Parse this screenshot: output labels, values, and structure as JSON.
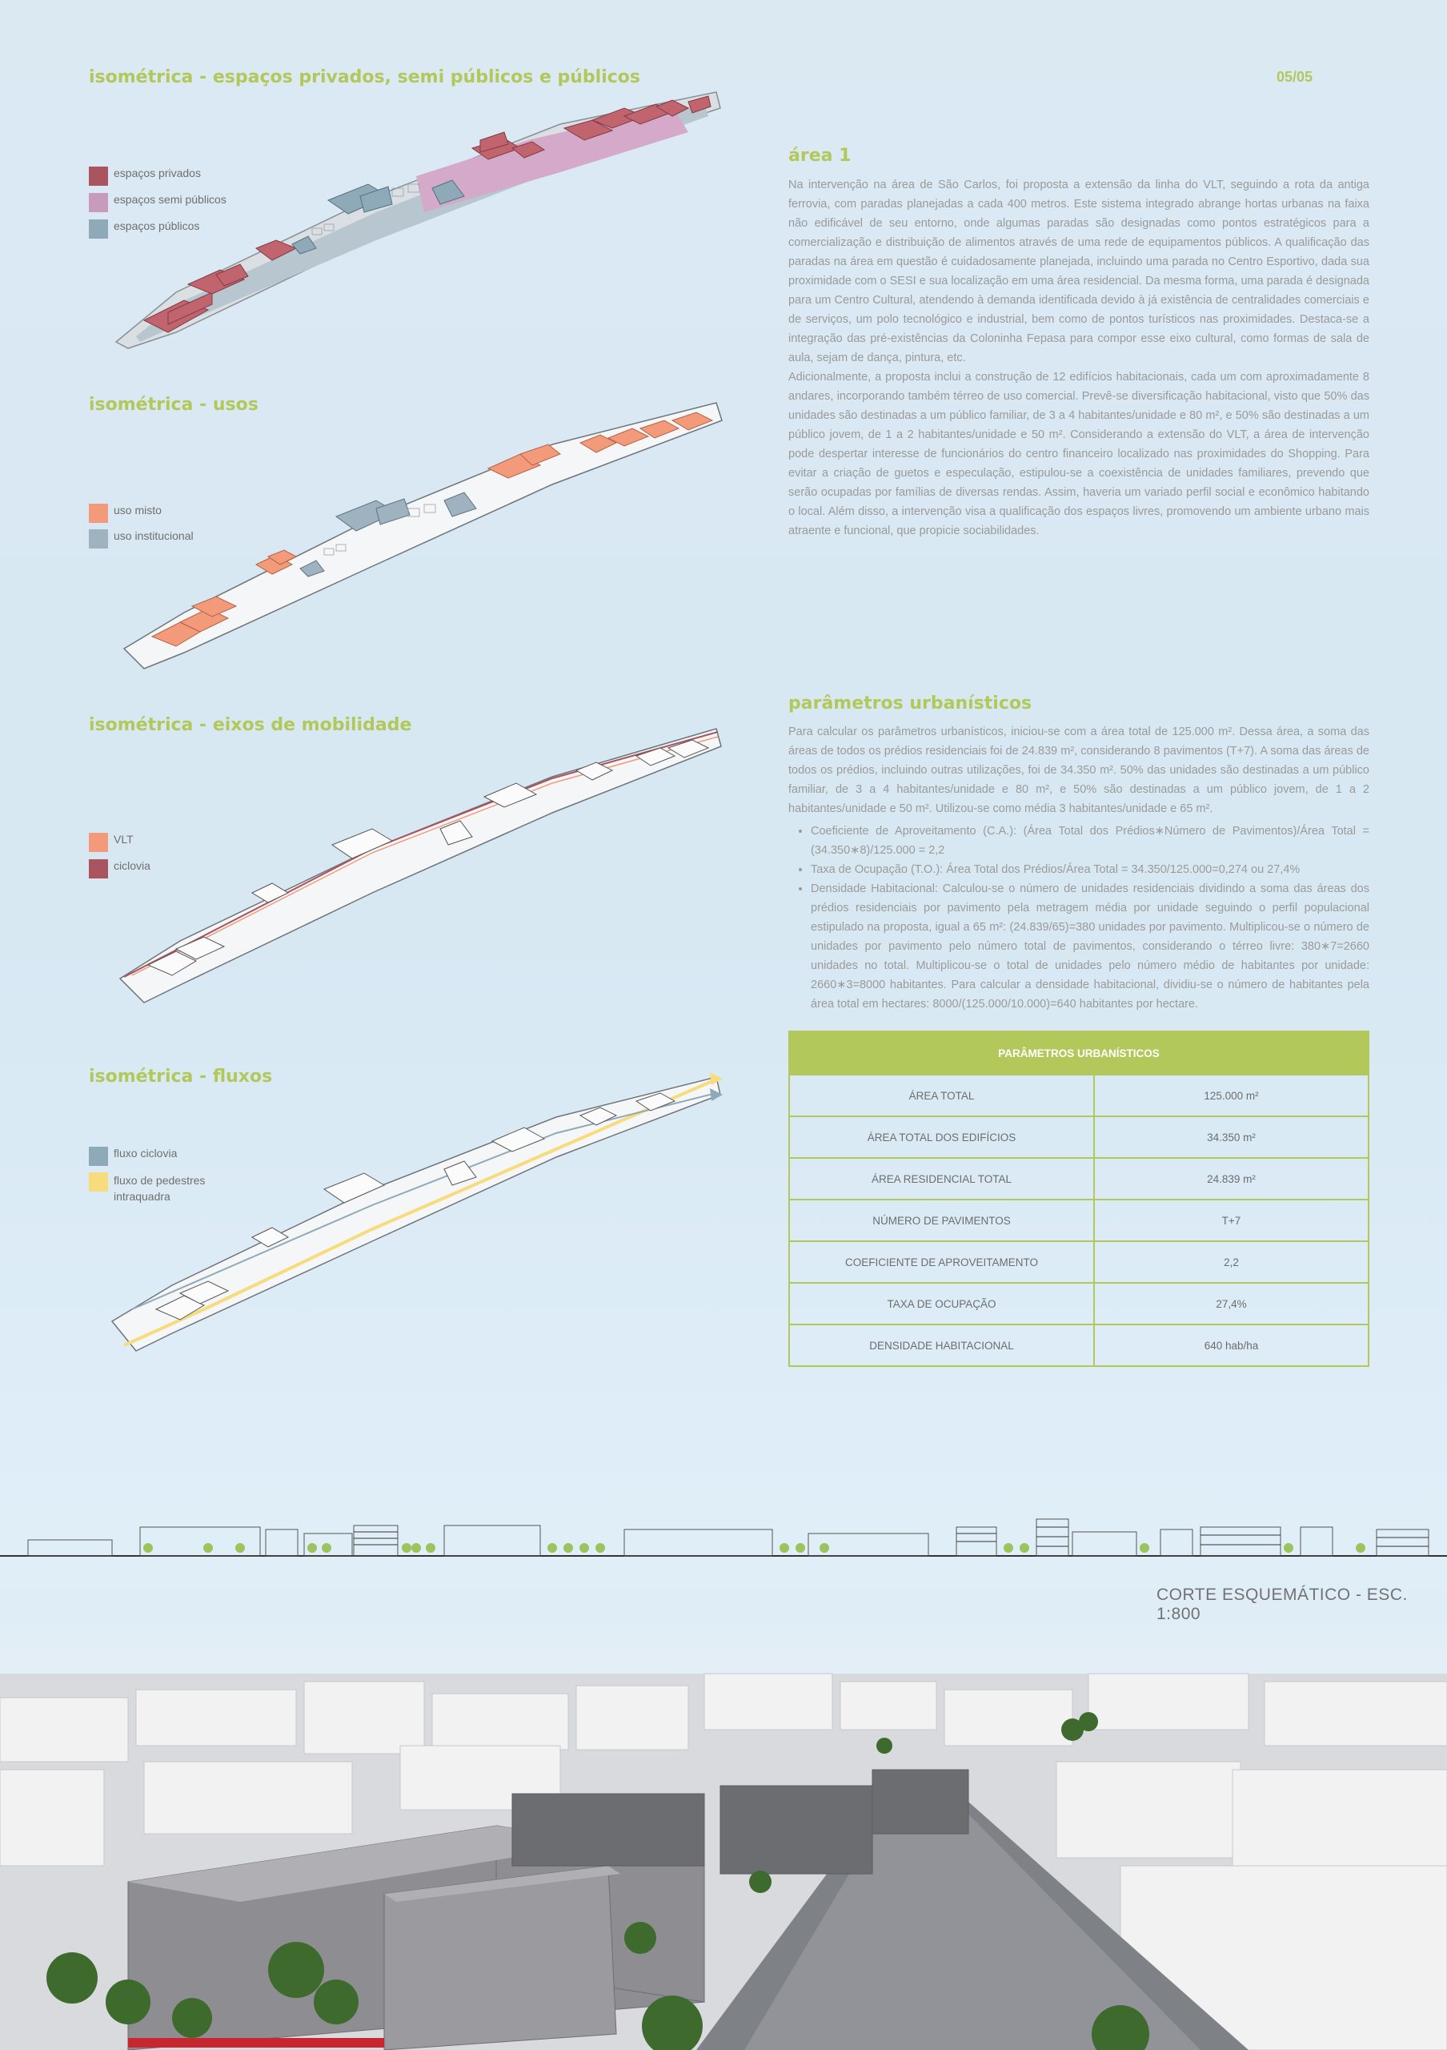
{
  "page": {
    "number": "05/05"
  },
  "isometrics": [
    {
      "title": "isométrica - espaços privados, semi públicos e públicos",
      "legend": [
        {
          "label": "espaços privados",
          "color": "#a9545e"
        },
        {
          "label": "espaços semi públicos",
          "color": "#c89bbd"
        },
        {
          "label": "espaços públicos",
          "color": "#8eaab8"
        }
      ]
    },
    {
      "title": "isométrica - usos",
      "legend": [
        {
          "label": "uso misto",
          "color": "#f39a7b"
        },
        {
          "label": "uso institucional",
          "color": "#9eb3bf"
        }
      ]
    },
    {
      "title": "isométrica - eixos de mobilidade",
      "legend": [
        {
          "label": "VLT",
          "color": "#f39a7b"
        },
        {
          "label": "ciclovia",
          "color": "#a9545e"
        }
      ]
    },
    {
      "title": "isométrica - fluxos",
      "legend": [
        {
          "label": "fluxo ciclovia",
          "color": "#8eaab8"
        },
        {
          "label": "fluxo de pedestres intraquadra",
          "color": "#f7dc7e"
        }
      ]
    }
  ],
  "area1": {
    "title": "área 1",
    "p1": "Na intervenção na área de São Carlos, foi proposta a extensão da linha do VLT, seguindo a rota da antiga ferrovia, com paradas planejadas a cada 400 metros. Este sistema integrado abrange hortas urbanas na faixa não edificável de seu entorno, onde algumas paradas são designadas como pontos estratégicos para a comercialização e distribuição de alimentos através de uma rede de equipamentos públicos. A qualificação das paradas na área em questão é cuidadosamente planejada, incluindo uma parada no Centro Esportivo, dada sua proximidade com o SESI e sua localização em uma área residencial. Da mesma forma, uma parada é designada para um Centro Cultural, atendendo à demanda identificada devido à já existência de centralidades comerciais e de serviços, um polo tecnológico e industrial, bem como de pontos turísticos nas proximidades. Destaca-se a integração das pré-existências da Coloninha Fepasa para compor esse eixo cultural, como formas de sala de aula, sejam de dança, pintura, etc.",
    "p2": "Adicionalmente, a proposta inclui a construção de 12 edifícios habitacionais, cada um com aproximadamente 8 andares, incorporando também térreo de uso comercial. Prevê-se diversificação habitacional, visto que 50% das unidades são destinadas a um público familiar, de 3 a 4 habitantes/unidade e 80 m², e 50% são destinadas a um público jovem, de 1 a 2 habitantes/unidade e 50 m². Considerando a extensão do VLT, a área de intervenção pode despertar interesse de funcionários do centro financeiro localizado nas proximidades do Shopping. Para evitar a criação de guetos e especulação, estipulou-se a coexistência de unidades familiares, prevendo que serão ocupadas por famílias de diversas rendas. Assim, haveria um variado perfil social e econômico habitando o local. Além disso, a intervenção visa a qualificação dos espaços livres, promovendo um ambiente urbano mais atraente e funcional, que propicie sociabilidades."
  },
  "params": {
    "title": "parâmetros urbanísticos",
    "intro": "Para calcular os parâmetros urbanísticos, iniciou-se com a área total de 125.000 m². Dessa área, a soma das áreas de todos os prédios residenciais foi de 24.839 m², considerando 8 pavimentos (T+7). A soma das áreas de todos os prédios, incluindo outras utilizações, foi de 34.350 m². 50% das unidades são destinadas a um público familiar, de 3 a 4 habitantes/unidade e 80 m², e 50% são destinadas a um público jovem, de 1 a 2 habitantes/unidade e 50 m². Utilizou-se como média 3 habitantes/unidade e 65 m².",
    "bullets": [
      "Coeficiente de Aproveitamento (C.A.): (Área Total dos Prédios∗Número de Pavimentos)/Área Total = (34.350∗8)/125.000 = 2,2",
      "Taxa de Ocupação (T.O.): Área Total dos Prédios/Área Total = 34.350/125.000=0,274 ou 27,4%",
      "Densidade Habitacional: Calculou-se o número de unidades residenciais dividindo a soma das áreas dos prédios residenciais por pavimento pela metragem média por unidade seguindo o perfil populacional estipulado na proposta, igual a 65 m²: (24.839/65)=380 unidades por pavimento. Multiplicou-se o número de unidades por pavimento pelo número total de pavimentos, considerando o térreo livre: 380∗7=2660 unidades no total. Multiplicou-se o total de unidades pelo número médio de habitantes por unidade: 2660∗3=8000 habitantes. Para calcular a densidade habitacional, dividiu-se o número de habitantes pela área total em hectares: 8000/(125.000/10.000)=640 habitantes por hectare."
    ]
  },
  "table": {
    "header": "PARÂMETROS URBANÍSTICOS",
    "rows": [
      {
        "label": "ÁREA TOTAL",
        "value": "125.000 m²"
      },
      {
        "label": "ÁREA TOTAL DOS EDIFÍCIOS",
        "value": "34.350 m²"
      },
      {
        "label": "ÁREA RESIDENCIAL TOTAL",
        "value": "24.839 m²"
      },
      {
        "label": "NÚMERO DE PAVIMENTOS",
        "value": "T+7"
      },
      {
        "label": "COEFICIENTE DE APROVEITAMENTO",
        "value": "2,2"
      },
      {
        "label": "TAXA DE OCUPAÇÃO",
        "value": "27,4%"
      },
      {
        "label": "DENSIDADE HABITACIONAL",
        "value": "640 hab/ha"
      }
    ]
  },
  "section": {
    "label": "CORTE  ESQUEMÁTICO - ESC. 1:800"
  },
  "colors": {
    "accent": "#b3c85a",
    "private": "#a9545e",
    "semi": "#c89bbd",
    "public": "#8eaab8",
    "mixed": "#f39a7b",
    "institutional": "#9eb3bf",
    "pedestrian": "#f7dc7e"
  }
}
